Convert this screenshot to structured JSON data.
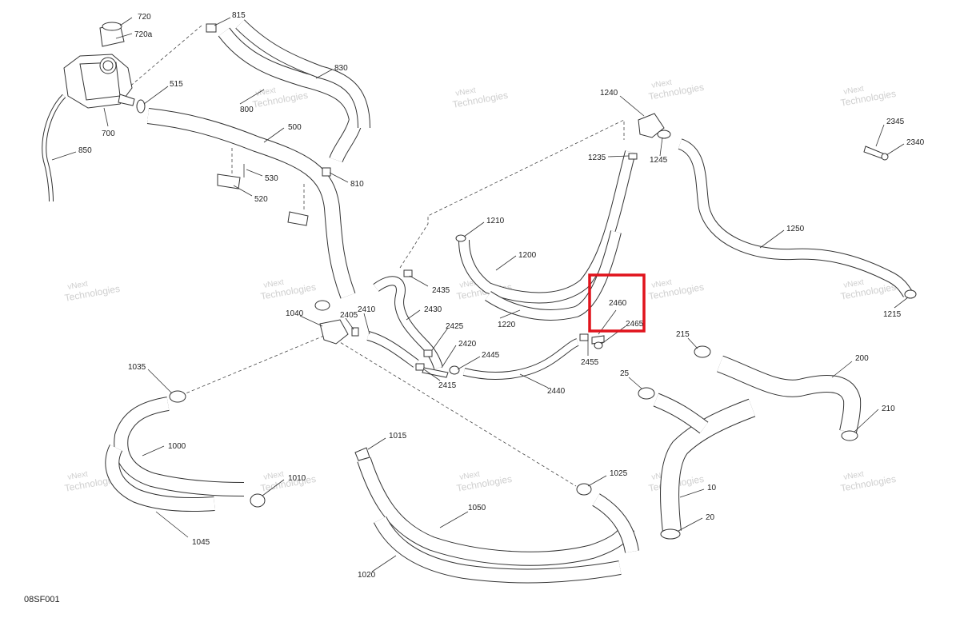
{
  "diagram_code": "08SF001",
  "watermark_lines": [
    "vNext",
    "Technologies"
  ],
  "highlight_color": "#e0131c",
  "callouts": [
    "720",
    "720a",
    "815",
    "830",
    "800",
    "515",
    "700",
    "500",
    "850",
    "530",
    "810",
    "520",
    "1240",
    "1245",
    "1235",
    "2345",
    "2340",
    "1250",
    "1210",
    "1200",
    "1215",
    "2435",
    "2430",
    "2425",
    "2420",
    "2445",
    "2415",
    "2410",
    "2405",
    "1040",
    "1220",
    "2460",
    "2465",
    "2455",
    "2440",
    "215",
    "200",
    "210",
    "25",
    "1035",
    "1000",
    "1010",
    "1045",
    "1015",
    "1025",
    "1050",
    "1020",
    "10",
    "20"
  ]
}
